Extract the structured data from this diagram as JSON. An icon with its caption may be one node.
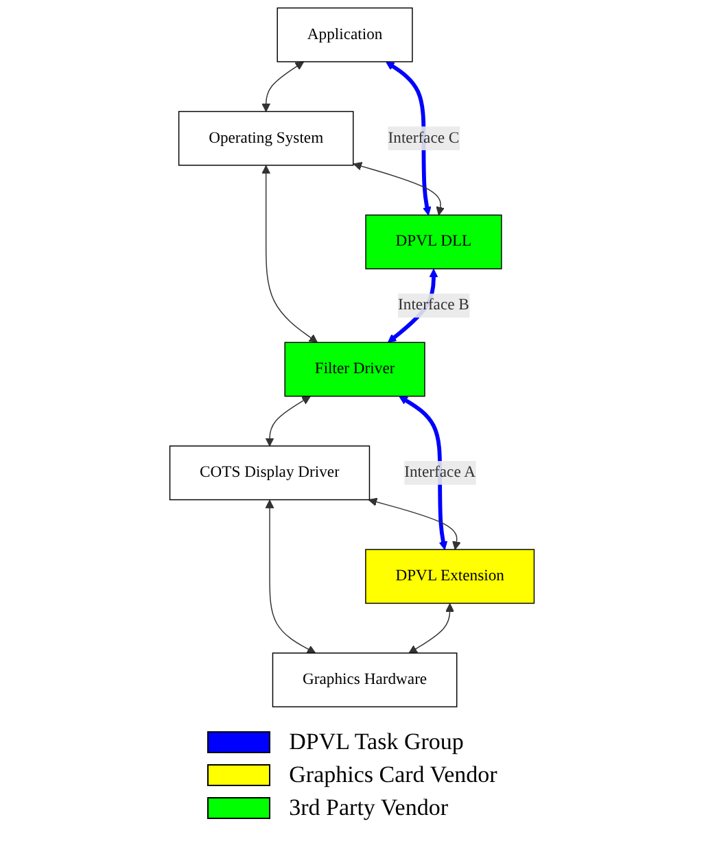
{
  "diagram": {
    "nodes": [
      {
        "text": [
          "Application"
        ]
      },
      {
        "text": [
          "Operating System"
        ]
      },
      {
        "text": [
          "DPVL DLL"
        ]
      },
      {
        "text": [
          "Filter Driver"
        ]
      },
      {
        "text": [
          "COTS Display Driver"
        ]
      },
      {
        "text": [
          "DPVL Extension"
        ]
      },
      {
        "text": [
          "Graphics Hardware"
        ]
      }
    ],
    "edges": [
      {
        "from": 0,
        "to": 1,
        "arrow": "both"
      },
      {
        "from": 0,
        "to": 2,
        "arrow": "both",
        "label": "Interface C",
        "style": "thick",
        "color": "#0000ff"
      },
      {
        "from": 1,
        "to": 2,
        "arrow": "both"
      },
      {
        "from": 1,
        "to": 3,
        "arrow": "both"
      },
      {
        "from": 2,
        "to": 3,
        "arrow": "both",
        "label": "Interface B",
        "style": "thick",
        "color": "#0000ff"
      },
      {
        "from": 3,
        "to": 4,
        "arrow": "both"
      },
      {
        "from": 3,
        "to": 5,
        "arrow": "both",
        "label": "Interface A",
        "style": "thick",
        "color": "#0000ff"
      },
      {
        "from": 4,
        "to": 5,
        "arrow": "both"
      },
      {
        "from": 4,
        "to": 6,
        "arrow": "both"
      },
      {
        "from": 5,
        "to": 6,
        "arrow": "both"
      }
    ],
    "legend": [
      {
        "text": "DPVL Task Group",
        "color": "#0000ff"
      },
      {
        "text": "Graphics Card Vendor",
        "color": "#ffff00"
      },
      {
        "text": "3rd Party Vendor",
        "color": "#00ff00"
      }
    ]
  }
}
